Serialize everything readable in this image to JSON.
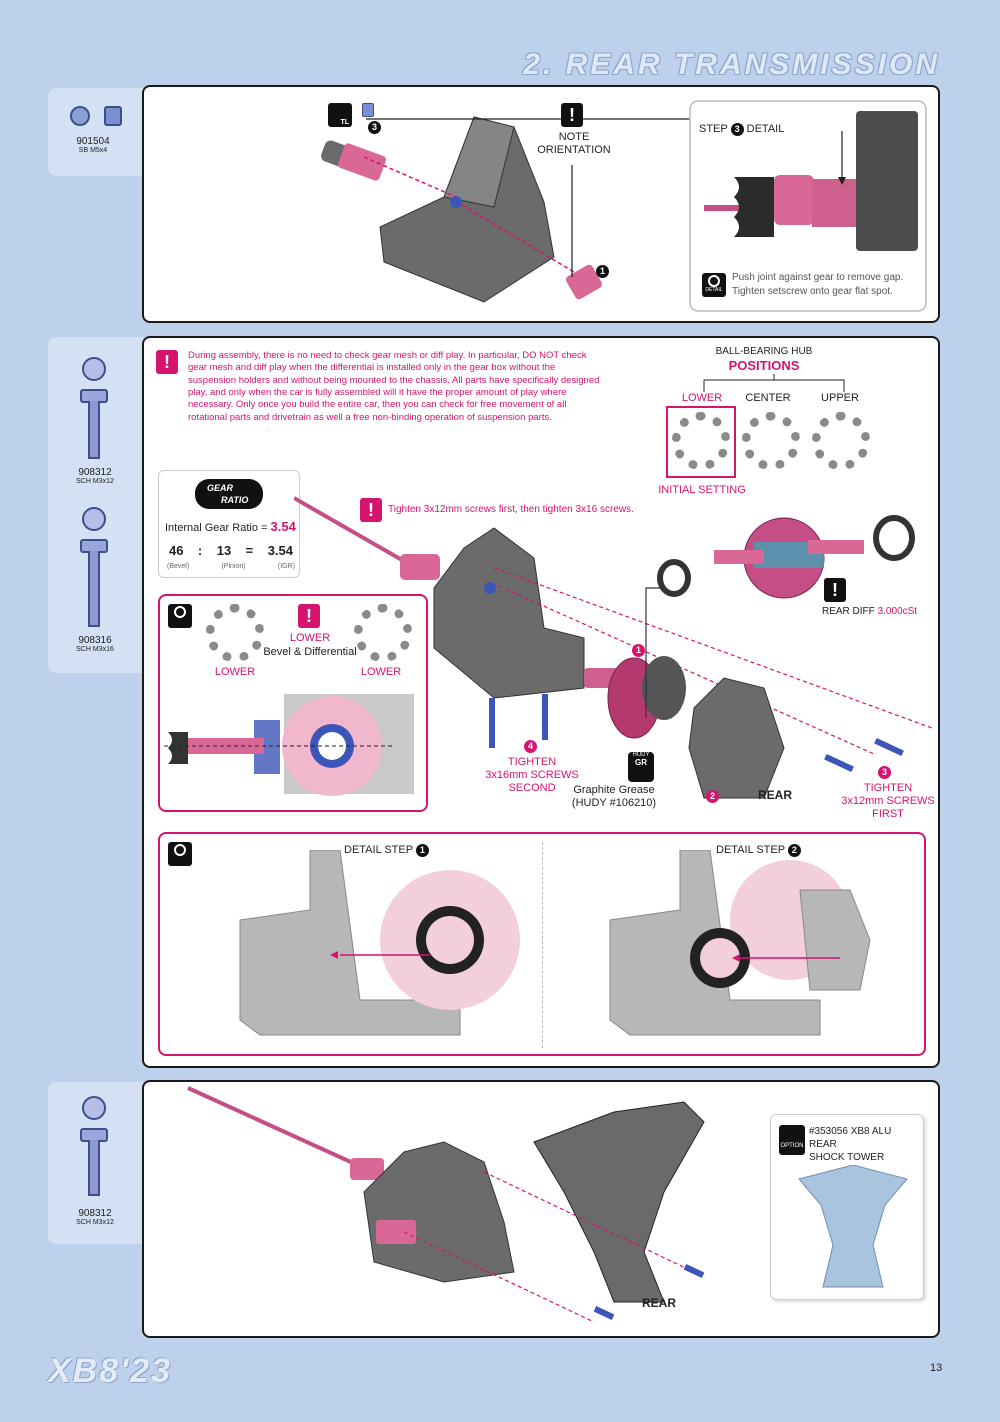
{
  "header": {
    "title": "2. REAR TRANSMISSION"
  },
  "step1": {
    "part": {
      "number": "901504",
      "desc": "SB M5x4"
    },
    "tl_label": "TL",
    "callout_3": "3",
    "callout_1": "1",
    "note": "NOTE\nORIENTATION",
    "detail_title": "STEP",
    "detail_title_num": "3",
    "detail_title_suffix": "DETAIL",
    "detail_icon": "DETAIL",
    "detail_text": "Push joint against gear to remove gap.\nTighten setscrew onto gear flat spot."
  },
  "step2": {
    "parts": [
      {
        "number": "908312",
        "desc": "SCH M3x12"
      },
      {
        "number": "908316",
        "desc": "SCH M3x16"
      }
    ],
    "warning": "During assembly, there is no need to check gear mesh or diff play. In particular, DO NOT check gear mesh and diff play when the differential is installed only in the gear box without the suspension holders and without being mounted to the chassis. All parts have specifically designed play, and only when the car is fully assembled will it have the proper amount of play where necessary. Only once you build the entire car, then you can check for free movement of all rotational parts and drivetrain as well a free non-binding operation of suspension parts.",
    "hub": {
      "title": "BALL-BEARING HUB",
      "subtitle": "POSITIONS",
      "lower": "LOWER",
      "center": "CENTER",
      "upper": "UPPER",
      "initial": "INITIAL SETTING"
    },
    "gear_ratio": {
      "badge_top": "GEAR",
      "badge_bottom": "RATIO",
      "label": "Internal Gear Ratio",
      "equals": "=",
      "value": "3.54",
      "bevel": "46",
      "colon": ":",
      "pinion": "13",
      "eq2": "=",
      "igr": "3.54",
      "bevel_label": "(Bevel)",
      "pinion_label": "(Pinion)",
      "igr_label": "(IGR)"
    },
    "tighten_note": "Tighten 3x12mm screws first, then tighten 3x16 screws.",
    "rear_diff": "REAR DIFF",
    "rear_diff_oil": "3.000cSt",
    "detail_box": {
      "lower_top": "LOWER",
      "bevel_diff": "Bevel & Differential",
      "lower_left": "LOWER",
      "lower_right": "LOWER"
    },
    "callout_1": "1",
    "callout_2": "2",
    "callout_3": "3",
    "callout_4": "4",
    "tighten_second": "TIGHTEN\n3x16mm SCREWS\nSECOND",
    "grease_brand": "HUDY",
    "grease_code": "GR",
    "grease": "Graphite Grease\n(HUDY #106210)",
    "rear_label": "REAR",
    "tighten_first": "TIGHTEN\n3x12mm SCREWS\nFIRST",
    "detail_step1": "DETAIL STEP",
    "detail_step1_num": "1",
    "detail_step2": "DETAIL STEP",
    "detail_step2_num": "2"
  },
  "step3": {
    "part": {
      "number": "908312",
      "desc": "SCH M3x12"
    },
    "rear_label": "REAR",
    "option_label": "OPTION",
    "option_text": "#353056 XB8 ALU REAR\nSHOCK TOWER"
  },
  "footer": {
    "logo": "XB8'23",
    "page": "13"
  },
  "colors": {
    "accent": "#d4146e",
    "background": "#bdd0ec",
    "panel": "#ffffff"
  }
}
